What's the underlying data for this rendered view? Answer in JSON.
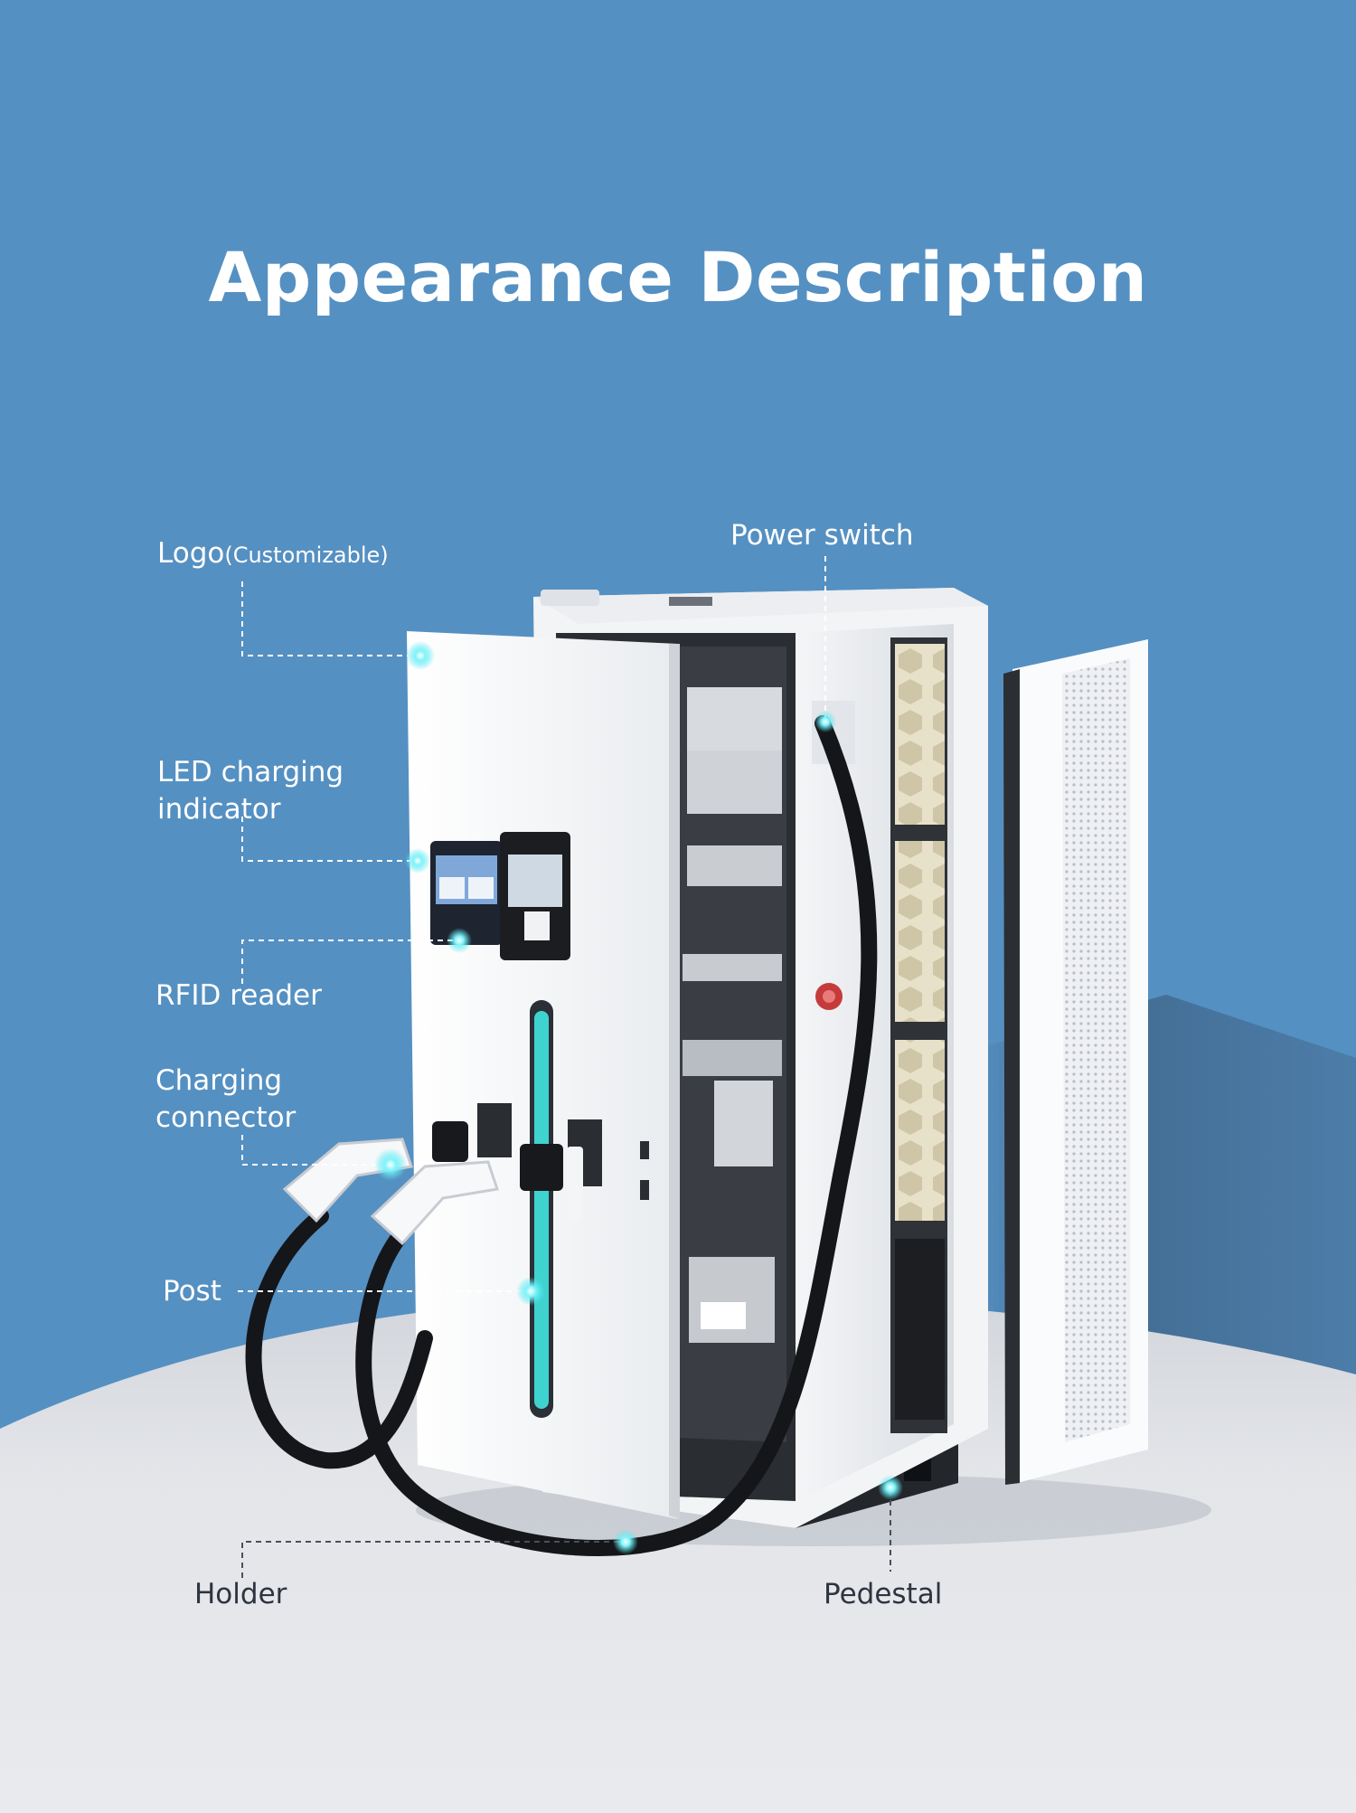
{
  "title": "Appearance Description",
  "labels": {
    "logo_main": "Logo",
    "logo_note": "(Customizable)",
    "power_switch": "Power switch",
    "led": "LED charging\nindicator",
    "rfid": "RFID reader",
    "connector": "Charging\nconnector",
    "post": "Post",
    "holder": "Holder",
    "pedestal": "Pedestal"
  },
  "colors": {
    "background_blue": "#5590c2",
    "floor": "#e4e6ea",
    "callout_glow": "#4ee6f0",
    "led_strip": "#3fd3d0"
  }
}
